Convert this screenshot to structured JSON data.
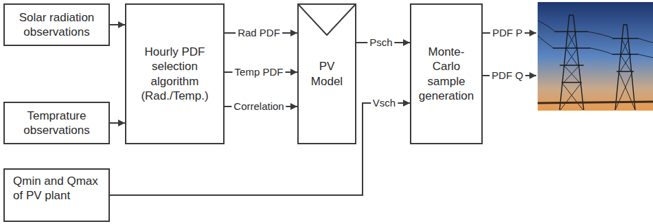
{
  "diagram": {
    "nodes": [
      {
        "text": [
          "Solar radiation observations"
        ]
      },
      {
        "text": [
          "Temprature observations"
        ]
      },
      {
        "text": [
          "Qmin and Qmax of PV plant"
        ]
      },
      {
        "text": [
          "Hourly PDF selection algorithm (Rad./Temp.)"
        ]
      },
      {
        "text": [
          "PV Model"
        ]
      },
      {
        "text": [
          "Monte-Carlo sample generation"
        ]
      }
    ],
    "edges": [
      {
        "from": 0,
        "to": 3,
        "arrow": "to"
      },
      {
        "from": 1,
        "to": 3,
        "arrow": "to"
      },
      {
        "from": 3,
        "to": 4,
        "label": "Rad PDF",
        "arrow": "to"
      },
      {
        "from": 3,
        "to": 4,
        "label": "Temp PDF",
        "arrow": "to"
      },
      {
        "from": 3,
        "to": 4,
        "label": "Correlation",
        "arrow": "to"
      },
      {
        "from": 4,
        "to": 5,
        "label": "Psch",
        "arrow": "to"
      },
      {
        "from": 2,
        "to": 5,
        "label": "Vsch",
        "arrow": "to"
      }
    ],
    "labels": [
      "PDF P",
      "PDF Q"
    ]
  }
}
